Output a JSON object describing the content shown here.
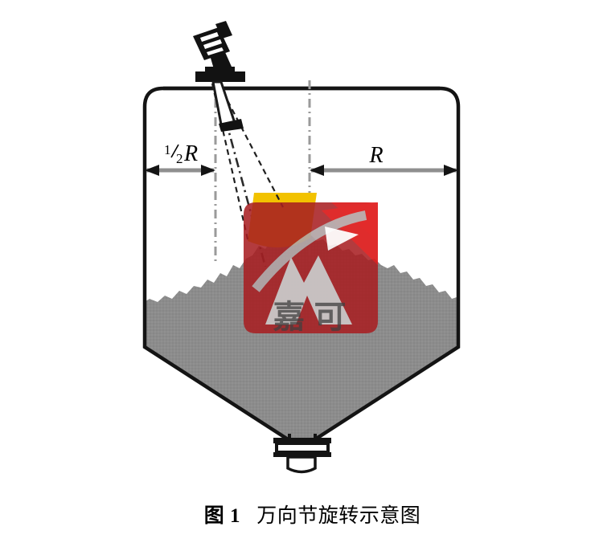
{
  "figure": {
    "caption_label": "图 1",
    "caption_gap": "   ",
    "caption_title": "万向节旋转示意图",
    "caption_full": "图 1   万向节旋转示意图"
  },
  "dimensions": {
    "left": {
      "label": "½R",
      "label_numerator": "1",
      "label_denominator": "2",
      "label_symbol": "R",
      "name": "half-radius"
    },
    "right": {
      "label": "R",
      "label_symbol": "R",
      "name": "radius"
    }
  },
  "silo": {
    "name": "storage-silo",
    "wall_color": "#1a1a1a",
    "material_fill_color": "#8c8c8c",
    "material_label": "bulk-material-heap"
  },
  "sensor": {
    "name": "radar-level-sensor",
    "parts": [
      "antenna-head",
      "gimbal-joint",
      "mounting-flange",
      "horn-antenna"
    ],
    "body_color": "#121212"
  },
  "beam": {
    "name": "radar-beam-cone",
    "cone_color": "#f2c200",
    "axis_style": "dash-dot",
    "edge_style": "dashed"
  },
  "outlet": {
    "name": "discharge-valve",
    "color": "#141414"
  },
  "watermark": {
    "name": "jiake-logo-watermark",
    "brand_text": "嘉 可",
    "badge_color_light": "#d8232a",
    "badge_color_dark": "#9e1b1b",
    "mark_color": "#ffffff",
    "text_color": "#3a3a3a"
  },
  "centerlines": {
    "name": "centerline",
    "color": "#9a9a9a",
    "style": "dash-dot"
  }
}
